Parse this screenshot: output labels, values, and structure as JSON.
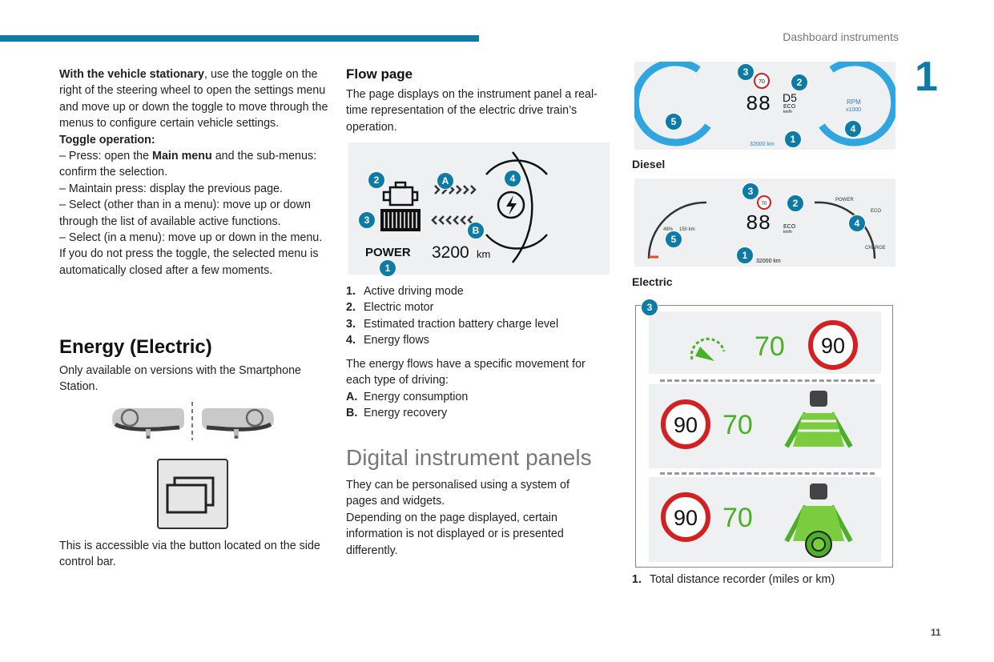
{
  "header": {
    "section": "Dashboard instruments",
    "chapter": "1",
    "page": "11"
  },
  "col1": {
    "p1_bold": "With the vehicle stationary",
    "p1_rest": ", use the toggle on the right of the steering wheel to open the settings menu and move up or down the toggle to move through the menus to configure certain vehicle settings.",
    "toggle_title": "Toggle operation:",
    "b1_pre": "– Press: open the ",
    "b1_bold": "Main menu",
    "b1_post": " and the sub-menus: confirm the selection.",
    "b2": "– Maintain press: display the previous page.",
    "b3": "– Select (other than in a menu): move up or down through the list of available active functions.",
    "b4": "– Select (in a menu): move up or down in the menu.",
    "p_close": "If you do not press the toggle, the selected menu is automatically closed after a few moments.",
    "energy_title": "Energy (Electric)",
    "energy_text": "Only available on versions with the Smartphone Station.",
    "accessible": "This is accessible via the button located on the side control bar."
  },
  "col2": {
    "flow_title": "Flow page",
    "flow_text": "The page displays on the instrument panel a real-time representation of the electric drive train’s operation.",
    "flow_power": "POWER",
    "flow_range": "3200",
    "flow_unit": "km",
    "list": [
      {
        "n": "1.",
        "t": "Active driving mode"
      },
      {
        "n": "2.",
        "t": "Electric motor"
      },
      {
        "n": "3.",
        "t": "Estimated traction battery charge level"
      },
      {
        "n": "4.",
        "t": "Energy flows"
      }
    ],
    "movement": "The energy flows have a specific movement for each type of driving:",
    "ab": [
      {
        "n": "A.",
        "t": "Energy consumption"
      },
      {
        "n": "B.",
        "t": "Energy recovery"
      }
    ],
    "digital_title": "Digital instrument panels",
    "digital_p1": "They can be personalised using a system of pages and widgets.",
    "digital_p2": "Depending on the page displayed, certain information is not displayed or is presented differently."
  },
  "col3": {
    "diesel": "Diesel",
    "electric": "Electric",
    "diesel_km": "32000 km",
    "electric_km": "32000 km",
    "digits": "88",
    "gear": "D5",
    "eco": "ECO",
    "kmh": "km/h",
    "rpm": "RPM",
    "x1000": "x1000",
    "speed_limit_small": "70",
    "pct": "48%",
    "range": "150 km",
    "power_label": "POWER",
    "eco_label": "ECO",
    "charge_label": "CHARGE",
    "panel_speed": "70",
    "panel_limit": "90",
    "list": [
      {
        "n": "1.",
        "t": "Total distance recorder (miles or km)"
      }
    ]
  },
  "colors": {
    "accent": "#0e7ba6",
    "green": "#4caf2a",
    "red": "#d32020"
  }
}
